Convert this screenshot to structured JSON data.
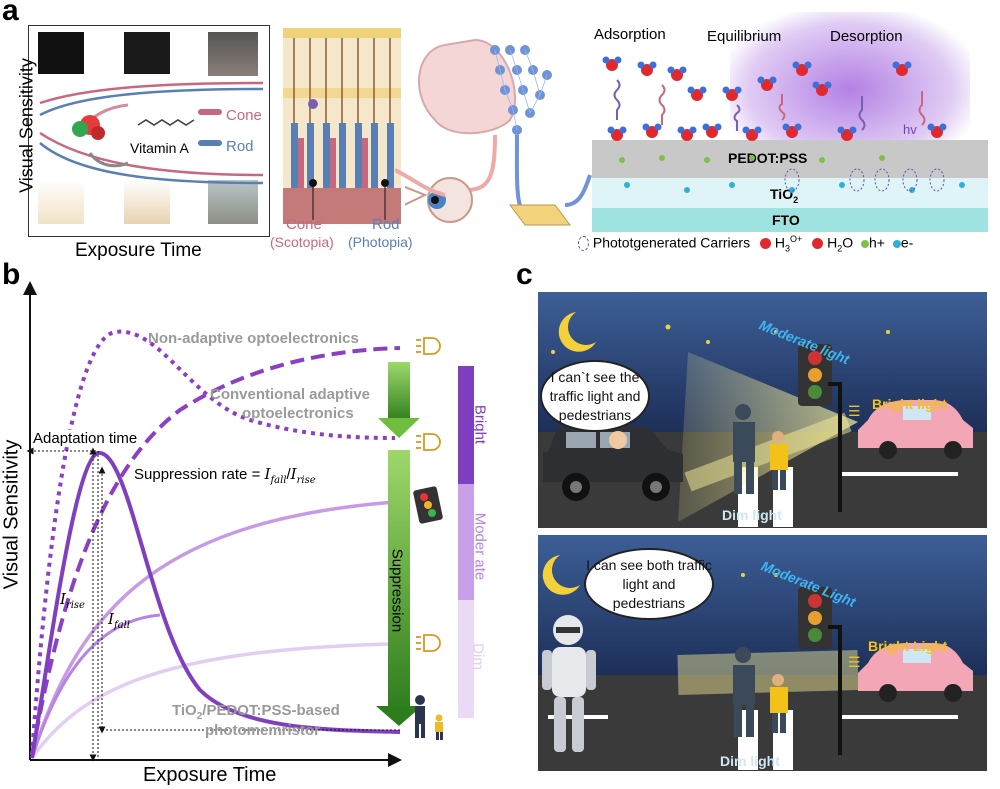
{
  "panels": {
    "a": "a",
    "b": "b",
    "c": "c"
  },
  "panel_a": {
    "y_label": "Visual Sensitivity",
    "x_label": "Exposure Time",
    "legend_cone": "Cone",
    "legend_rod": "Rod",
    "molecule_label": "Vitamin A",
    "retina_cone_label": "Cone",
    "retina_cone_sub": "(Scotopia)",
    "retina_rod_label": "Rod",
    "retina_rod_sub": "(Photopia)",
    "process_adsorption": "Adsorption",
    "process_equilibrium": "Equilibrium",
    "process_desorption": "Desorption",
    "hv": "hv",
    "layer_pedot": "PEDOT:PSS",
    "layer_tio2": "TiO",
    "layer_tio2_sub": "2",
    "layer_fto": "FTO",
    "legend_carriers": "Phototgenerated Carriers",
    "legend_h3o": "H",
    "legend_h3o_sub": "3",
    "legend_h3o_sup": "O+",
    "legend_h2o": "H",
    "legend_h2o_sub": "2",
    "legend_h2o_tail": "O",
    "legend_hplus": "h+",
    "legend_eminus": "e-",
    "colors": {
      "cone": "#c8687e",
      "rod": "#5a7fb5",
      "pedot": "#c8c8c8",
      "tio2": "#dff4f6",
      "fto": "#9fe3e0",
      "purple": "#a66be0"
    }
  },
  "panel_b": {
    "y_label": "Visual Sensitivity",
    "x_label": "Exposure Time",
    "label_nonadaptive": "Non-adaptive optoelectronics",
    "label_conventional_1": "Conventional adaptive",
    "label_conventional_2": "optoelectronics",
    "label_adaptation": "Adaptation time",
    "suppression_rate_prefix": "Suppression rate = ",
    "suppression_rate_fall": "I",
    "suppression_rate_fall_sub": "fall",
    "suppression_rate_rise": "I",
    "suppression_rate_rise_sub": "rise",
    "i_rise": "I",
    "i_rise_sub": "rise",
    "i_fall": "I",
    "i_fall_sub": "fall",
    "suppression": "Suppression",
    "device_1": "TiO",
    "device_sub": "2",
    "device_2": "/PEDOT:PSS-based",
    "device_3": "photomemristor",
    "bar_bright": "Bright",
    "bar_moderate": "Moder ate",
    "bar_dim": "Dim",
    "colors": {
      "bright": "#7f3fbf",
      "moderate": "#b784df",
      "dim": "#e3cdf1",
      "arrow": "#3f9a2a"
    }
  },
  "panel_c": {
    "top_bubble": "I can`t see the traffic light and pedestrians",
    "top_moderate": "Moderate light",
    "top_bright": "Bright light",
    "top_dim": "Dim light",
    "bottom_bubble": "I can see both traffic light and pedestrians",
    "bottom_moderate": "Moderate Light",
    "bottom_bright": "Bright Light",
    "bottom_dim": "Dim light",
    "colors": {
      "sky": "#1f3a6a",
      "road": "#3b3b3b",
      "headlight": "#f4e9a6",
      "label_blue": "#3fb5f0",
      "label_yellow": "#f2c21a"
    }
  }
}
